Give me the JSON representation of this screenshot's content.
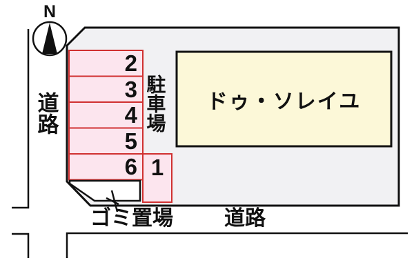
{
  "compass": {
    "label": "N"
  },
  "labels": {
    "road_left": "道路",
    "road_bottom": "道路",
    "parking_area": "駐車場",
    "building_name": "ドゥ・ソレイユ",
    "garbage": "ゴミ置場"
  },
  "parking_spaces": [
    {
      "number": "2"
    },
    {
      "number": "3"
    },
    {
      "number": "4"
    },
    {
      "number": "5"
    },
    {
      "number": "6"
    },
    {
      "number": "1"
    }
  ],
  "colors": {
    "space_fill": "#fce5ee",
    "space_border": "#d03030",
    "building_fill": "#fcf8d8",
    "site_fill": "#f1f1f3",
    "line": "#111111",
    "background": "#ffffff"
  }
}
